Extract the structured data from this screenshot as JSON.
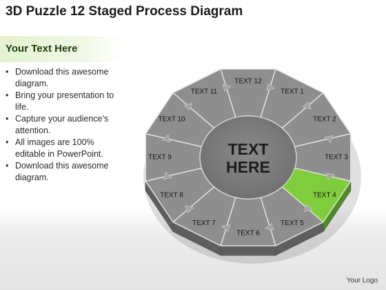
{
  "title": "3D Puzzle 12 Staged Process Diagram",
  "subtitle": "Your Text Here",
  "bullets": [
    "Download this awesome diagram.",
    "Bring your presentation to life.",
    "Capture your audience’s attention.",
    "All images are 100% editable in PowerPoint.",
    "Download this awesome diagram."
  ],
  "diagram": {
    "center_lines": [
      "TEXT",
      "HERE"
    ],
    "segments": [
      {
        "label": "TEXT 1"
      },
      {
        "label": "TEXT 2"
      },
      {
        "label": "TEXT 3"
      },
      {
        "label": "TEXT 4"
      },
      {
        "label": "TEXT 5"
      },
      {
        "label": "TEXT 6"
      },
      {
        "label": "TEXT 7"
      },
      {
        "label": "TEXT 8"
      },
      {
        "label": "TEXT 9"
      },
      {
        "label": "TEXT 10"
      },
      {
        "label": "TEXT 11"
      },
      {
        "label": "TEXT 12"
      }
    ],
    "highlighted_segment": "TEXT 4",
    "colors": {
      "segment": "#8e8e8e",
      "segment_edge": "#e6e6e6",
      "side": "#5e5e5e",
      "highlight": "#7fcc3c",
      "highlight_side": "#4d8f1f",
      "hub": "#6e6e6e"
    }
  },
  "logo": "Your Logo"
}
